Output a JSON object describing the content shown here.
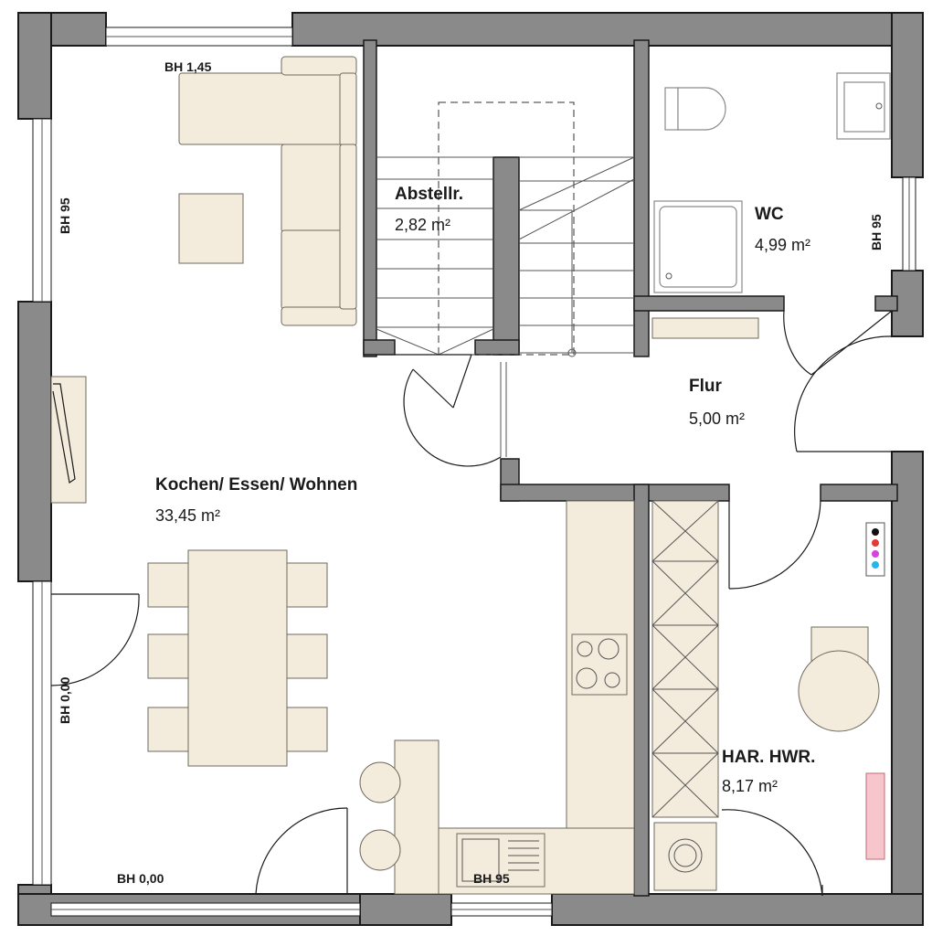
{
  "rooms": {
    "living": {
      "name": "Kochen/ Essen/ Wohnen",
      "area": "33,45 m²"
    },
    "storage": {
      "name": "Abstellr.",
      "area": "2,82 m²"
    },
    "wc": {
      "name": "WC",
      "area": "4,99 m²"
    },
    "hall": {
      "name": "Flur",
      "area": "5,00 m²"
    },
    "utility": {
      "name": "HAR. HWR.",
      "area": "8,17 m²"
    }
  },
  "labels": {
    "bh_top": "BH 1,45",
    "bh_left_upper": "BH 95",
    "bh_left_lower": "BH 0,00",
    "bh_bottom_left": "BH 0,00",
    "bh_kitchen": "BH 95",
    "bh_wc": "BH 95"
  },
  "colors": {
    "wall": "#8a8a8a",
    "furniture": "#f3ecdc",
    "panel_red": "#e8c0c4"
  }
}
